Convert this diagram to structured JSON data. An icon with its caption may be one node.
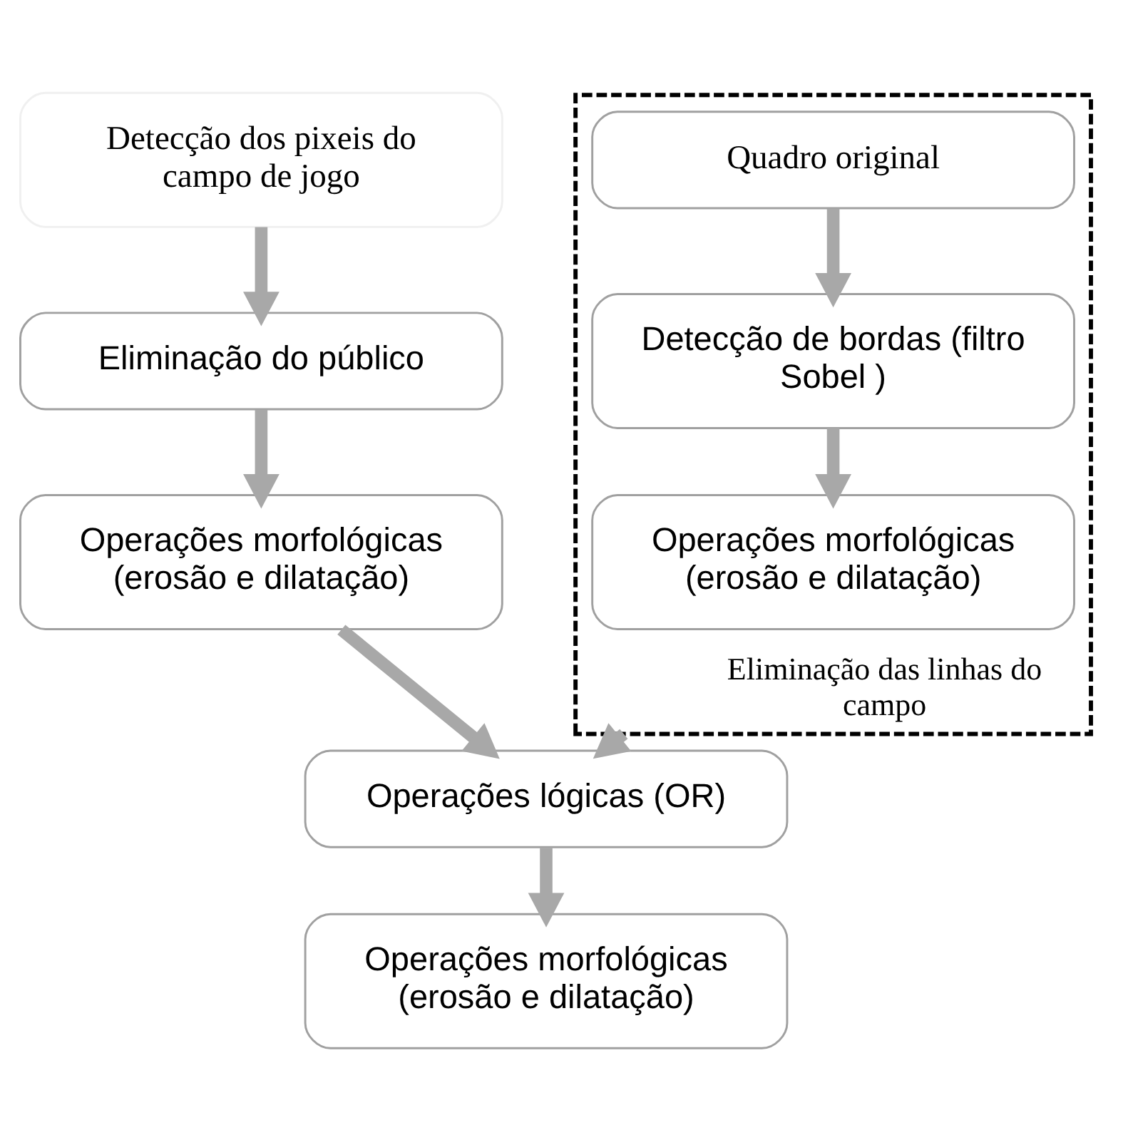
{
  "diagram": {
    "nodes": [
      {
        "text": [
          "Detecção dos pixeis do campo de jogo"
        ]
      },
      {
        "text": [
          "Eliminação do público"
        ]
      },
      {
        "text": [
          "Operações morfológicas (erosão e dilatação)"
        ]
      },
      {
        "text": [
          "Eliminação das linhas do campo"
        ]
      },
      {
        "text": [
          "Quadro original"
        ],
        "in": 3
      },
      {
        "text": [
          "Detecção de bordas (filtro Sobel )"
        ],
        "in": 3
      },
      {
        "text": [
          "Operações morfológicas (erosão e dilatação)"
        ],
        "in": 3
      },
      {
        "text": [
          "Operações lógicas (OR)"
        ]
      },
      {
        "text": [
          "Operações morfológicas (erosão e dilatação)"
        ]
      }
    ],
    "edges": [
      {
        "from": 0,
        "to": 1,
        "arrow": "to"
      },
      {
        "from": 1,
        "to": 2,
        "arrow": "to"
      },
      {
        "from": 4,
        "to": 5,
        "arrow": "to"
      },
      {
        "from": 5,
        "to": 6,
        "arrow": "to"
      },
      {
        "from": 2,
        "to": 7,
        "arrow": "to"
      },
      {
        "from": 3,
        "to": 7,
        "arrow": "to"
      },
      {
        "from": 7,
        "to": 8,
        "arrow": "to"
      }
    ]
  }
}
